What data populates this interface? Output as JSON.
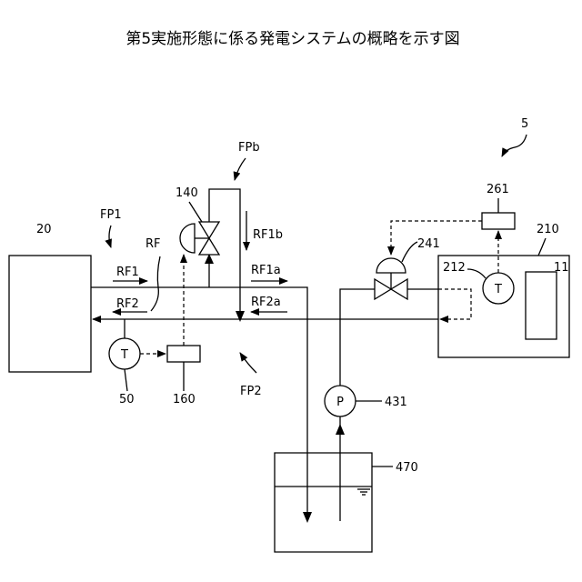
{
  "title": "第5実施形態に係る発電システムの概略を示す図",
  "labels": {
    "system": "5",
    "fp1": "FP1",
    "fp2": "FP2",
    "fpb": "FPb",
    "rf": "RF",
    "rf1": "RF1",
    "rf2": "RF2",
    "rf1a": "RF1a",
    "rf2a": "RF2a",
    "rf1b": "RF1b",
    "unit20": "20",
    "valve140": "140",
    "valve241": "241",
    "ctrl261": "261",
    "unit210": "210",
    "sensor212": "212",
    "part11": "11",
    "sensor50": "50",
    "ctrl160": "160",
    "pump431": "431",
    "tank470": "470"
  },
  "symbols": {
    "temp_sensor": "T",
    "pump": "P"
  }
}
